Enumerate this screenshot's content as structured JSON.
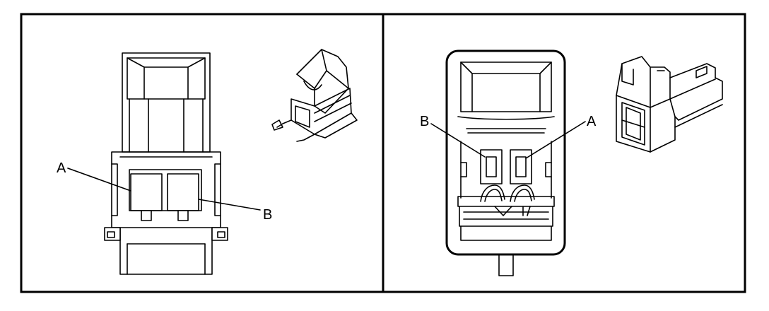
{
  "left_view": {
    "label_a": "A",
    "label_b": "B"
  },
  "right_view": {
    "label_a": "A",
    "label_b": "B"
  }
}
